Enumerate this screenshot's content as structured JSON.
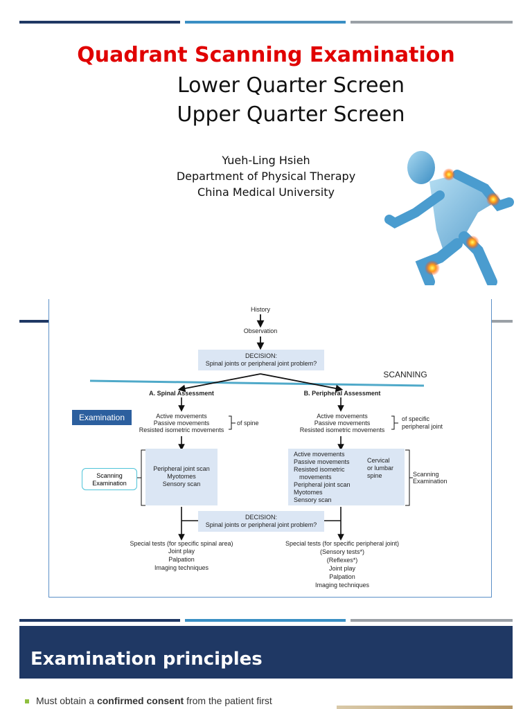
{
  "slide1": {
    "title": "Quadrant Scanning Examination",
    "subtitle_1": "Lower Quarter Screen",
    "subtitle_2": "Upper Quarter Screen",
    "author": "Yueh-Ling Hsieh",
    "department": "Department of Physical Therapy",
    "university": "China Medical University",
    "image": "running-skeleton-joint-pain-figure"
  },
  "diagram": {
    "history": "History",
    "observation": "Observation",
    "decision_1_title": "DECISION:",
    "decision_1_text": "Spinal joints or peripheral joint problem?",
    "scanning": "SCANNING",
    "spinal_title": "A.  Spinal Assessment",
    "peripheral_title": "B.  Peripheral Assessment",
    "examination_badge": "Examination",
    "spinal_moves": [
      "Active movements",
      "Passive movements",
      "Resisted isometric movements"
    ],
    "of_spine": "of spine",
    "peripheral_moves": [
      "Active movements",
      "Passive movements",
      "Resisted isometric movements"
    ],
    "of_specific": "of specific",
    "peripheral_joint": "peripheral joint",
    "scanning_badge_1": "Scanning",
    "scanning_badge_2": "Examination",
    "spinal_scan": [
      "Peripheral joint scan",
      "Myotomes",
      "Sensory scan"
    ],
    "peripheral_scan": [
      "Active movements",
      "Passive movements",
      "Resisted isometric",
      "movements",
      "Peripheral joint scan",
      "Myotomes",
      "Sensory scan"
    ],
    "cervical": [
      "Cervical",
      "or lumbar",
      "spine"
    ],
    "scanning_exam_right_1": "Scanning",
    "scanning_exam_right_2": "Examination",
    "decision_2_title": "DECISION:",
    "decision_2_text": "Spinal joints or peripheral joint problem?",
    "spinal_special": [
      "Special tests (for specific spinal area)",
      "Joint play",
      "Palpation",
      "Imaging techniques"
    ],
    "peripheral_special": [
      "Special tests (for specific peripheral joint)",
      "(Sensory tests*)",
      "(Reflexes*)",
      "Joint play",
      "Palpation",
      "Imaging techniques"
    ]
  },
  "slide3": {
    "title": "Examination principles",
    "bullet_pre": "Must obtain a ",
    "bullet_bold": "confirmed consent",
    "bullet_post": " from the patient first"
  },
  "colors": {
    "navy": "#1f3864",
    "blue": "#3a8fc4",
    "gray": "#9aa0a6",
    "red": "#e00000"
  }
}
